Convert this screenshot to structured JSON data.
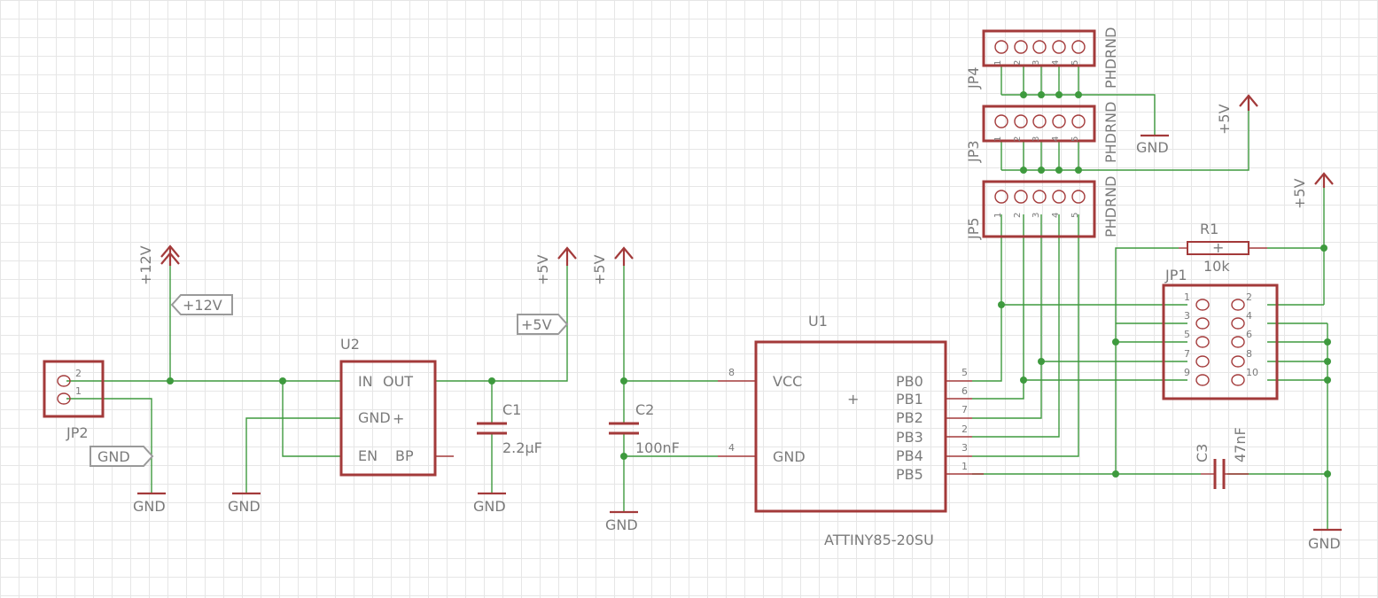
{
  "colors": {
    "wire": "#3e9a3e",
    "symbol": "#a33a3a",
    "text": "#7b7b7b",
    "grid": "#e6e6e6"
  },
  "parts": {
    "jp2": {
      "name": "JP2",
      "pins": [
        "2",
        "1"
      ]
    },
    "u2": {
      "name": "U2",
      "pins": [
        "IN",
        "OUT",
        "GND",
        "EN",
        "BP"
      ],
      "origin": "+"
    },
    "c1": {
      "name": "C1",
      "value": "2.2µF"
    },
    "c2": {
      "name": "C2",
      "value": "100nF"
    },
    "c3": {
      "name": "C3",
      "value": "47nF"
    },
    "u1": {
      "name": "U1",
      "value": "ATTINY85-20SU",
      "left_pins": [
        {
          "num": "8",
          "label": "VCC"
        },
        {
          "num": "4",
          "label": "GND"
        }
      ],
      "right_pins": [
        {
          "num": "5",
          "label": "PB0"
        },
        {
          "num": "6",
          "label": "PB1"
        },
        {
          "num": "7",
          "label": "PB2"
        },
        {
          "num": "2",
          "label": "PB3"
        },
        {
          "num": "3",
          "label": "PB4"
        },
        {
          "num": "1",
          "label": "PB5"
        }
      ],
      "origin": "+"
    },
    "r1": {
      "name": "R1",
      "value": "10k",
      "origin": "+"
    },
    "jp1": {
      "name": "JP1",
      "pins_left": [
        "1",
        "3",
        "5",
        "7",
        "9"
      ],
      "pins_right": [
        "2",
        "4",
        "6",
        "8",
        "10"
      ]
    },
    "jp3": {
      "name": "JP3",
      "value": "PHDRND",
      "pins": [
        "1",
        "2",
        "3",
        "4",
        "5"
      ]
    },
    "jp4": {
      "name": "JP4",
      "value": "PHDRND",
      "pins": [
        "1",
        "2",
        "3",
        "4",
        "5"
      ]
    },
    "jp5": {
      "name": "JP5",
      "value": "PHDRND",
      "pins": [
        "1",
        "2",
        "3",
        "4",
        "5"
      ]
    }
  },
  "supplies": {
    "p12v": "+12V",
    "p5v": "+5V",
    "gnd": "GND"
  },
  "net_labels": {
    "p12v": "+12V",
    "p5v": "+5V",
    "gnd": "GND"
  }
}
